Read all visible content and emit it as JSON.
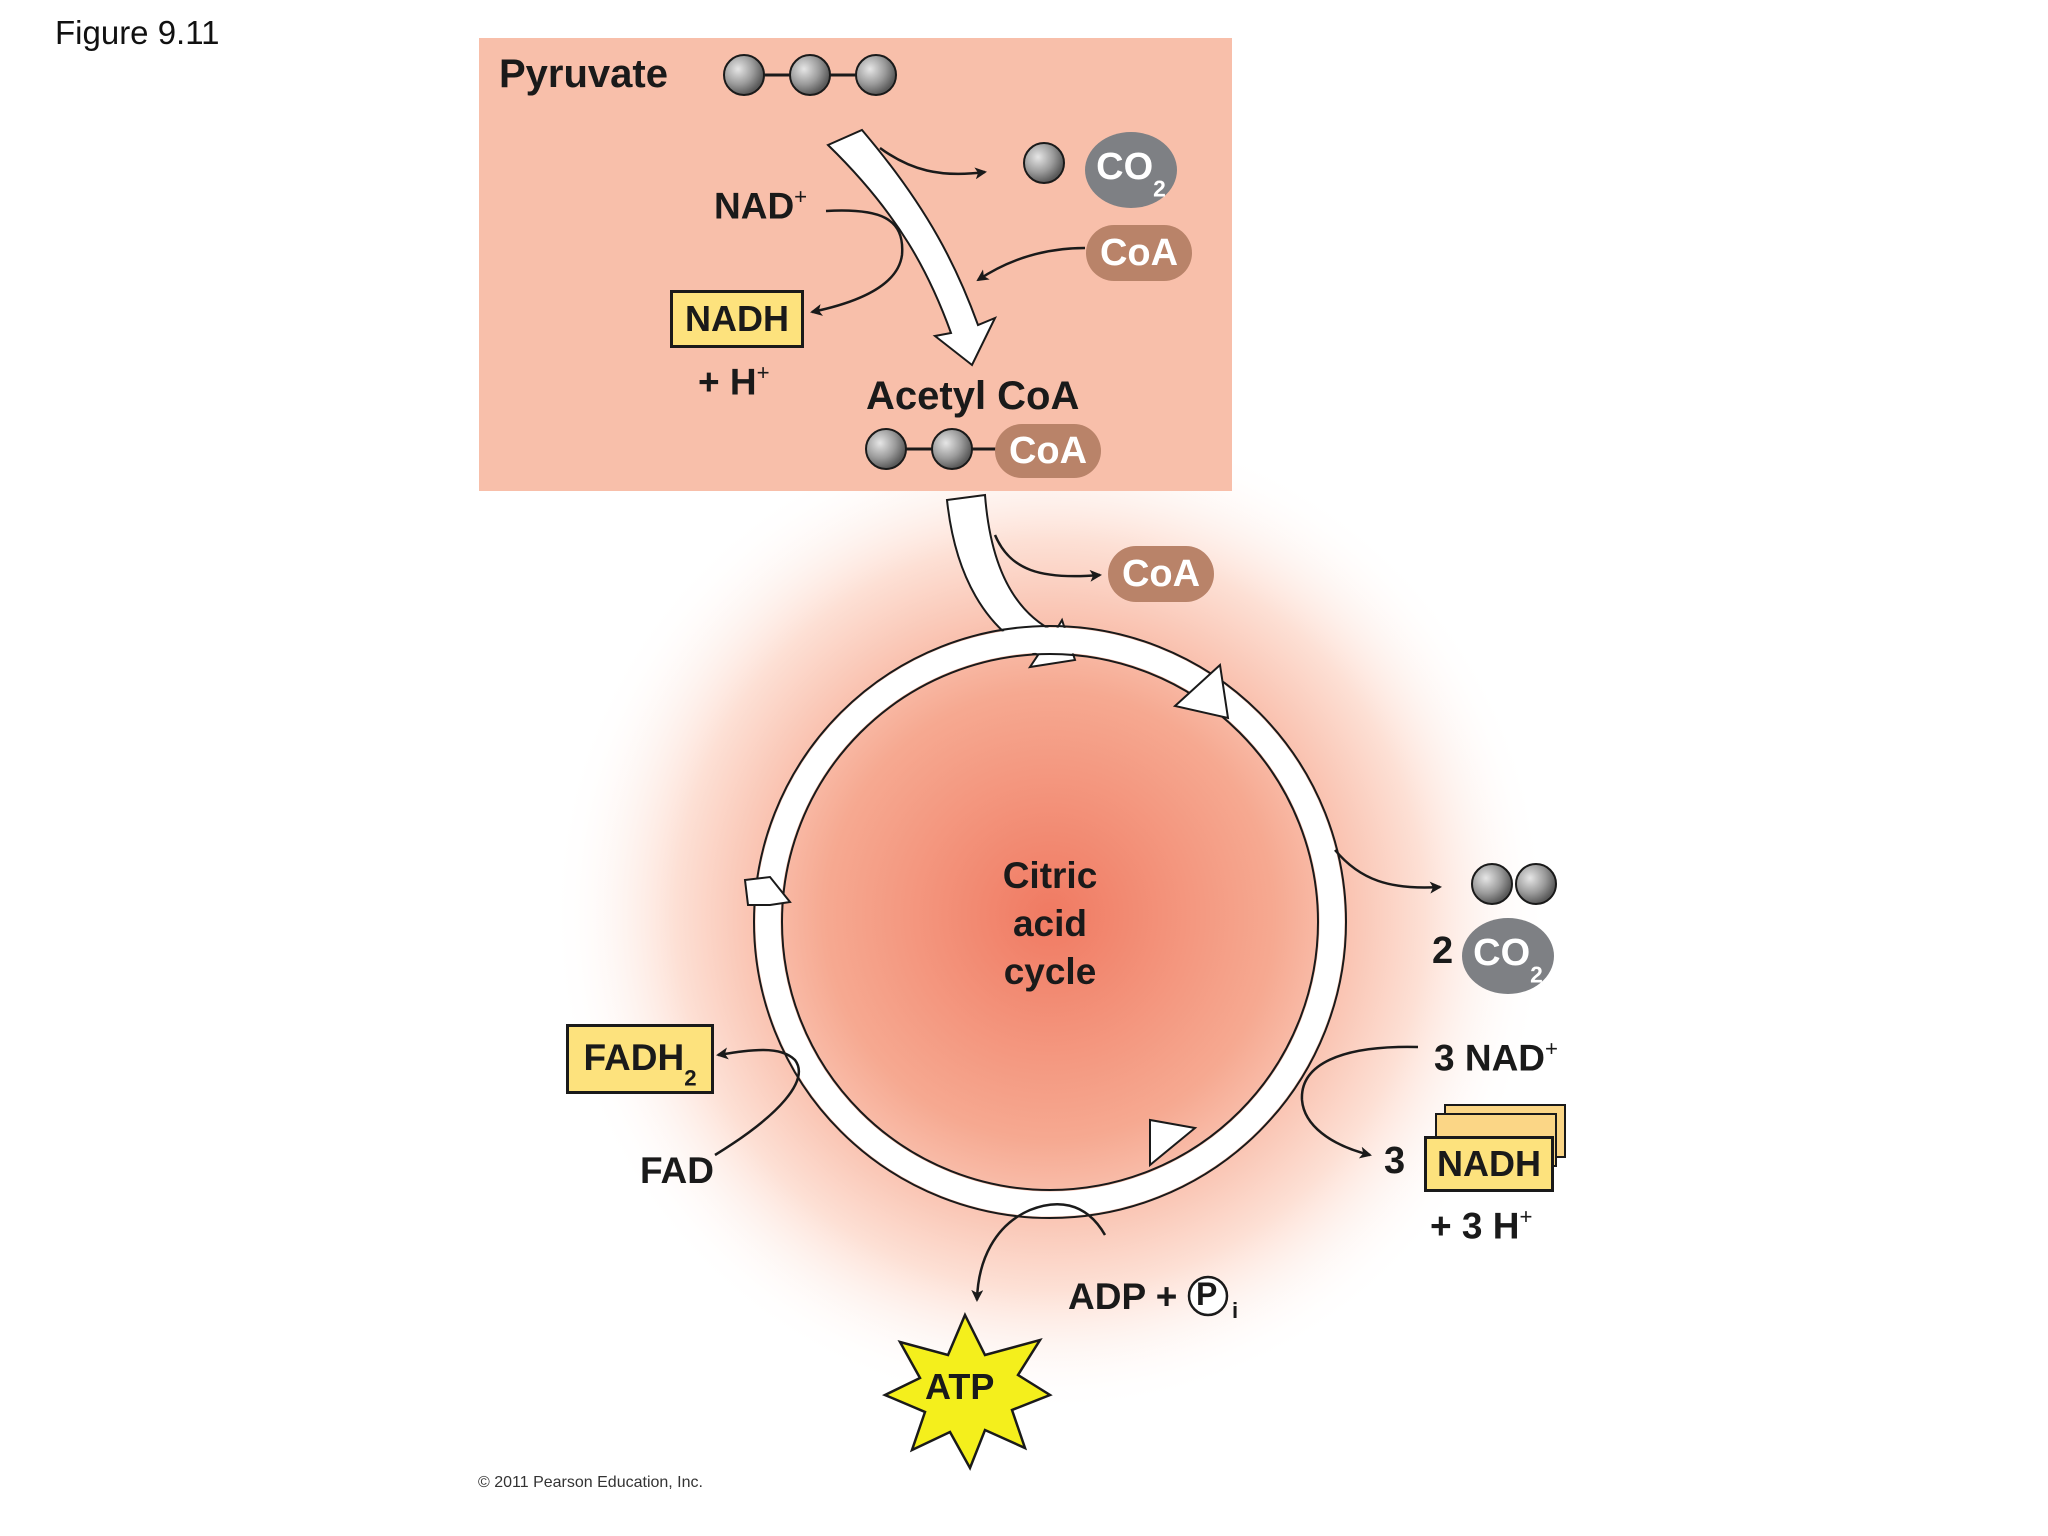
{
  "figure_label": "Figure 9.11",
  "top_panel": {
    "pyruvate_label": "Pyruvate",
    "nad_plus": "NAD",
    "plus_sign": "+",
    "nadh_box": "NADH",
    "h_plus": "+ H",
    "co2": "CO",
    "co2_sub": "2",
    "coa_input": "CoA",
    "acetyl_coa_label": "Acetyl CoA",
    "acetyl_coa_pill": "CoA",
    "panel_color": "#f8bfaa"
  },
  "cycle": {
    "coa_released": "CoA",
    "center_line1": "Citric",
    "center_line2": "acid",
    "center_line3": "cycle",
    "co2_count": "2",
    "co2": "CO",
    "co2_sub": "2",
    "nad_input": "3 NAD",
    "nadh_count": "3",
    "nadh_box": "NADH",
    "h_plus": "+ 3 H",
    "fadh2": "FADH",
    "fadh2_sub": "2",
    "fad": "FAD",
    "adp": "ADP +",
    "pi_symbol": "P",
    "pi_sub": "i",
    "atp": "ATP",
    "glow_color": "#f0806a"
  },
  "copyright": "© 2011 Pearson Education, Inc."
}
